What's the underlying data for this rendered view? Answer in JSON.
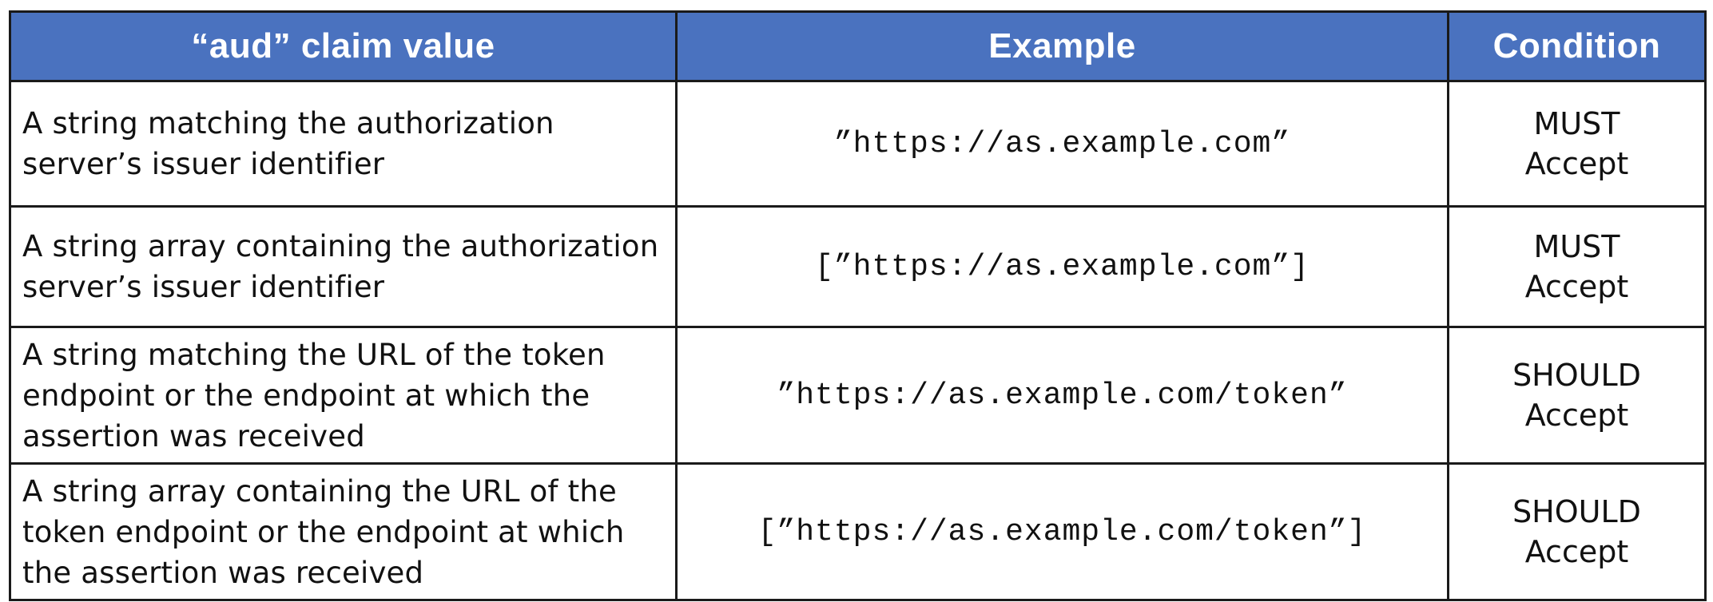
{
  "table": {
    "headers": [
      "“aud” claim value",
      "Example",
      "Condition"
    ],
    "rows": [
      {
        "description": "A string matching the authorization server’s issuer identifier",
        "example": "”https://as.example.com”",
        "condition_level": "MUST",
        "condition_action": "Accept"
      },
      {
        "description": "A string array containing the authorization server’s issuer identifier",
        "example": "[”https://as.example.com”]",
        "condition_level": "MUST",
        "condition_action": "Accept"
      },
      {
        "description": "A string matching the URL of the token endpoint or the endpoint at which the assertion was received",
        "example": "”https://as.example.com/token”",
        "condition_level": "SHOULD",
        "condition_action": "Accept"
      },
      {
        "description": "A string array containing the URL of the token endpoint or the endpoint at which the assertion was received",
        "example": "[”https://as.example.com/token”]",
        "condition_level": "SHOULD",
        "condition_action": "Accept"
      }
    ]
  },
  "colors": {
    "header_bg": "#4a72bf",
    "header_text": "#ffffff",
    "border": "#1a1a1a"
  }
}
